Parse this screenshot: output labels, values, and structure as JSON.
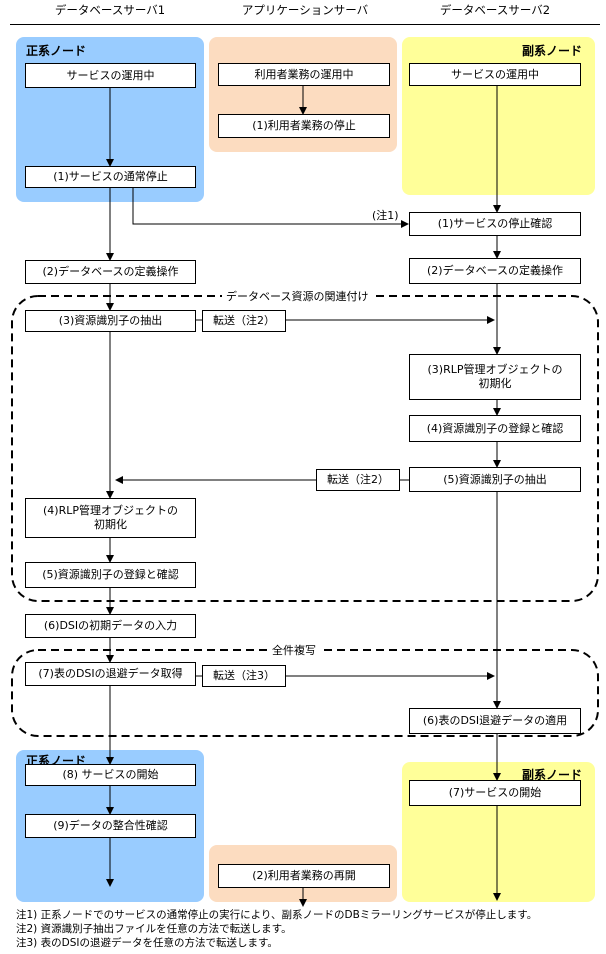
{
  "headers": {
    "db1": "データベースサーバ1",
    "app": "アプリケーションサーバ",
    "db2": "データベースサーバ2"
  },
  "panels": {
    "primary_top": "正系ノード",
    "secondary_top": "副系ノード",
    "primary_bottom": "正系ノード",
    "secondary_bottom": "副系ノード"
  },
  "boxes": {
    "db1_service_running": "サービスの運用中",
    "db1_normal_stop": "(1)サービスの通常停止",
    "db1_define": "(2)データベースの定義操作",
    "db1_extract_id": "(3)資源識別子の抽出",
    "db1_init_rlp": "(4)RLP管理オブジェクトの\n初期化",
    "db1_register_id": "(5)資源識別子の登録と確認",
    "db1_dsi_input": "(6)DSIの初期データの入力",
    "db1_dsi_backup": "(7)表のDSIの退避データ取得",
    "db1_start": "(8) サービスの開始",
    "db1_integrity": "(9)データの整合性確認",
    "app_running": "利用者業務の運用中",
    "app_stop": "(1)利用者業務の停止",
    "app_resume": "(2)利用者業務の再開",
    "db2_service_running": "サービスの運用中",
    "db2_stop_confirm": "(1)サービスの停止確認",
    "db2_define": "(2)データベースの定義操作",
    "db2_init_rlp": "(3)RLP管理オブジェクトの\n初期化",
    "db2_register_id": "(4)資源識別子の登録と確認",
    "db2_extract_id": "(5)資源識別子の抽出",
    "db2_apply_dsi": "(6)表のDSI退避データの適用",
    "db2_start": "(7)サービスの開始"
  },
  "labels": {
    "note1_marker": "(注1)",
    "transfer_note2_a": "転送（注2）",
    "transfer_note2_b": "転送（注2）",
    "transfer_note3": "転送（注3）",
    "group_association": "データベース資源の関連付け",
    "group_copy": "全件複写"
  },
  "notes": [
    "注1) 正系ノードでのサービスの通常停止の実行により、副系ノードのDBミラーリングサービスが停止します。",
    "注2) 資源識別子抽出ファイルを任意の方法で転送します。",
    "注3) 表のDSIの退避データを任意の方法で転送します。"
  ]
}
